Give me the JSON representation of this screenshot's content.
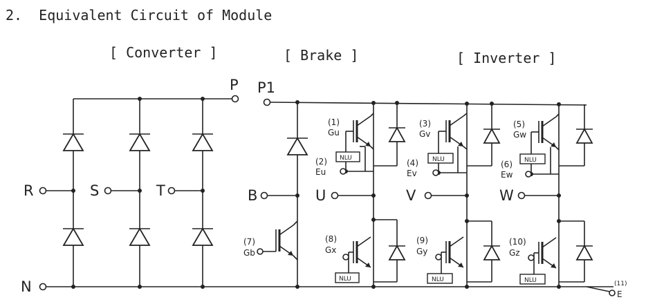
{
  "heading": "2.  Equivalent Circuit of Module",
  "sections": {
    "converter": "[ Converter ]",
    "brake": "[ Brake ]",
    "inverter": "[ Inverter ]"
  },
  "terminals": {
    "p": "P",
    "p1": "P1",
    "r": "R",
    "s": "S",
    "t": "T",
    "n": "N",
    "b": "B",
    "u": "U",
    "v": "V",
    "w": "W",
    "e": "E",
    "e_num": "(11)"
  },
  "gates": {
    "gu_num": "(1)",
    "gu": "Gu",
    "eu_num": "(2)",
    "eu": "Eu",
    "gv_num": "(3)",
    "gv": "Gv",
    "ev_num": "(4)",
    "ev": "Ev",
    "gw_num": "(5)",
    "gw": "Gw",
    "ew_num": "(6)",
    "ew": "Ew",
    "gb_num": "(7)",
    "gb": "Gb",
    "gx_num": "(8)",
    "gx": "Gx",
    "gy_num": "(9)",
    "gy": "Gy",
    "gz_num": "(10)",
    "gz": "Gz"
  },
  "resistor_label": "NLU"
}
